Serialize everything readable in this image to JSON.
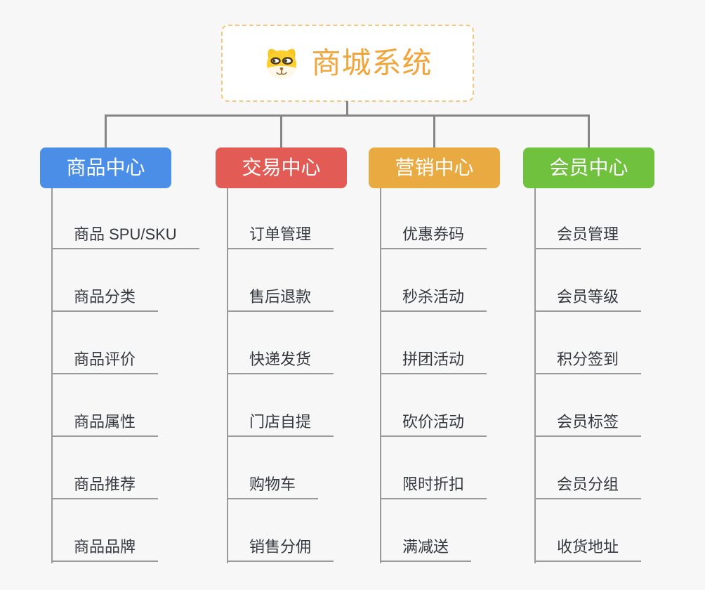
{
  "palette": {
    "background": "#f7f7f7",
    "connector": "#858585",
    "underline": "#9a9a9a",
    "root_border": "#f6c87f",
    "root_text": "#f0a63d",
    "item_text": "#35383e"
  },
  "root": {
    "title": "商城系统",
    "icon": "dog-face-icon"
  },
  "branches": [
    {
      "label": "商品中心",
      "color": "#4a8ee8",
      "items": [
        "商品 SPU/SKU",
        "商品分类",
        "商品评价",
        "商品属性",
        "商品推荐",
        "商品品牌"
      ]
    },
    {
      "label": "交易中心",
      "color": "#e35b55",
      "items": [
        "订单管理",
        "售后退款",
        "快递发货",
        "门店自提",
        "购物车",
        "销售分佣"
      ]
    },
    {
      "label": "营销中心",
      "color": "#e9ab41",
      "items": [
        "优惠券码",
        "秒杀活动",
        "拼团活动",
        "砍价活动",
        "限时折扣",
        "满减送"
      ]
    },
    {
      "label": "会员中心",
      "color": "#70c13d",
      "items": [
        "会员管理",
        "会员等级",
        "积分签到",
        "会员标签",
        "会员分组",
        "收货地址"
      ]
    }
  ]
}
